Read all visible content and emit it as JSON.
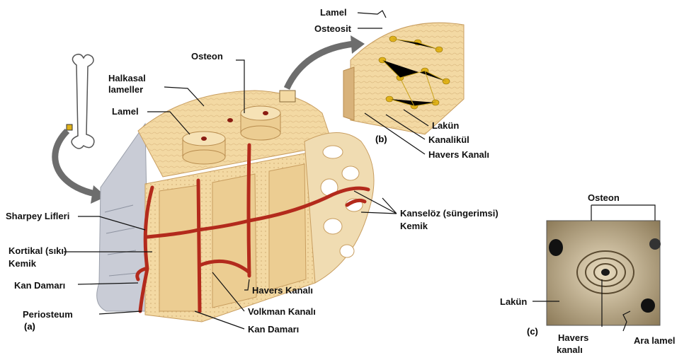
{
  "colors": {
    "bone": "#f3d9a3",
    "bone_dark": "#d8b27a",
    "vessel": "#b32a1c",
    "periosteum": "#c9ccd6",
    "osteocyte": "#e0b21a",
    "arrow": "#6d6d6d"
  },
  "labels": {
    "osteon": "Osteon",
    "halkasal_lameller_1": "Halkasal",
    "halkasal_lameller_2": "lameller",
    "lamel": "Lamel",
    "sharpey": "Sharpey Lifleri",
    "kortikal_1": "Kortikal (sıkı)",
    "kortikal_2": "Kemik",
    "kan_damari_left": "Kan Damarı",
    "periosteum": "Periosteum",
    "a_tag": "(a)",
    "havers_kanali_main": "Havers Kanalı",
    "volkman": "Volkman Kanalı",
    "kan_damari_bottom": "Kan Damarı",
    "kanseloz_1": "Kanselöz (süngerimsi)",
    "kanseloz_2": "Kemik",
    "b_lamel": "Lamel",
    "b_osteosit": "Osteosit",
    "b_lakun": "Lakün",
    "b_kanalikul": "Kanalikül",
    "b_havers": "Havers Kanalı",
    "b_tag": "(b)",
    "c_osteon": "Osteon",
    "c_lakun": "Lakün",
    "c_havers_1": "Havers",
    "c_havers_2": "kanalı",
    "c_ara_lamel": "Ara lamel",
    "c_tag": "(c)"
  }
}
